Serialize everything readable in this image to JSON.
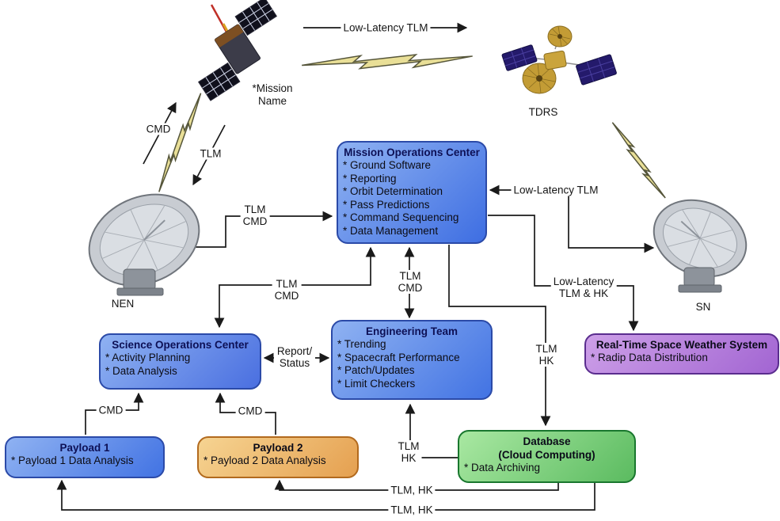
{
  "page": {
    "background": "#ffffff",
    "line_color": "#1a1a1a",
    "bolt_fill": "#e9df97",
    "bolt_stroke": "#55553a"
  },
  "nodes": {
    "mission": {
      "label": [
        "*Mission",
        "Name"
      ]
    },
    "tdrs": {
      "label": "TDRS"
    },
    "nen": {
      "label": "NEN"
    },
    "sn": {
      "label": "SN"
    }
  },
  "boxes": {
    "moc": {
      "title": "Mission Operations Center",
      "items": [
        "* Ground Software",
        "* Reporting",
        "* Orbit Determination",
        "* Pass Predictions",
        "* Command Sequencing",
        "* Data Management"
      ],
      "colors": {
        "light": "#8fb2f2",
        "dark": "#3e6ee2",
        "border": "#2b4aa8"
      }
    },
    "soc": {
      "title": "Science Operations Center",
      "items": [
        "* Activity Planning",
        "* Data Analysis"
      ],
      "colors": {
        "light": "#8fb2f2",
        "dark": "#4a6fe0",
        "border": "#2b4aa8"
      }
    },
    "eng": {
      "title": "Engineering Team",
      "items": [
        "* Trending",
        "* Spacecraft Performance",
        "* Patch/Updates",
        "* Limit Checkers"
      ],
      "colors": {
        "light": "#8fb2f2",
        "dark": "#4273e3",
        "border": "#2b4aa8"
      }
    },
    "weather": {
      "title": "Real-Time Space Weather System",
      "items": [
        "* Radip Data Distribution"
      ],
      "colors": {
        "light": "#cda0e8",
        "dark": "#a265d2",
        "border": "#5a2d8e"
      }
    },
    "payload1": {
      "title": "Payload 1",
      "items": [
        "* Payload 1 Data Analysis"
      ],
      "colors": {
        "light": "#8fb2f2",
        "dark": "#4273e3",
        "border": "#2b4aa8"
      }
    },
    "payload2": {
      "title": "Payload 2",
      "items": [
        "* Payload 2 Data Analysis"
      ],
      "colors": {
        "light": "#f6d492",
        "dark": "#e5a050",
        "border": "#b26a1e"
      }
    },
    "database": {
      "title": "Database",
      "subtitle": "(Cloud Computing)",
      "items": [
        "* Data Archiving"
      ],
      "colors": {
        "light": "#a9e8a2",
        "dark": "#5bbb60",
        "border": "#19772e"
      }
    }
  },
  "labels": {
    "low_latency_tlm_top": "Low-Latency TLM",
    "cmd_uplink": "CMD",
    "tlm_downlink": "TLM",
    "nen_moc": [
      "TLM",
      "CMD"
    ],
    "soc_moc": [
      "TLM",
      "CMD"
    ],
    "moc_eng": [
      "TLM",
      "CMD"
    ],
    "low_latency_tlm_right": "Low-Latency TLM",
    "low_latency_tlm_hk": [
      "Low-Latency",
      "TLM & HK"
    ],
    "moc_database": [
      "TLM",
      "HK"
    ],
    "report_status": [
      "Report/",
      "Status"
    ],
    "payload1_cmd": "CMD",
    "payload2_cmd": "CMD",
    "database_eng": [
      "TLM",
      "HK"
    ],
    "tlm_hk_upper": "TLM, HK",
    "tlm_hk_lower": "TLM, HK"
  }
}
